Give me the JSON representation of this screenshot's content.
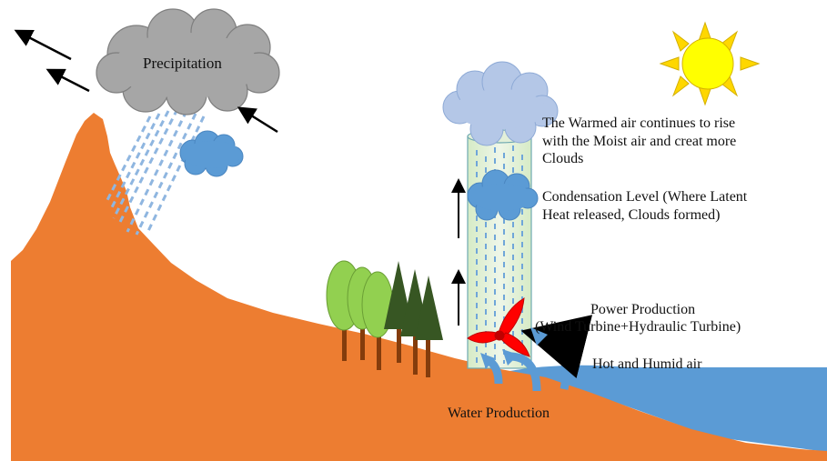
{
  "labels": {
    "precipitation": "Precipitation",
    "rise_line1": "The Warmed air continues to rise",
    "rise_line2": "with the Moist air and creat more",
    "rise_line3": "Clouds",
    "condensation_line1": "Condensation Level (Where Latent",
    "condensation_line2": "Heat released, Clouds formed)",
    "power_line1": "Power Production",
    "power_line2": "(Wind Turbine+Hydraulic Turbine)",
    "hot_humid": "Hot and Humid air",
    "water_production": "Water Production"
  },
  "colors": {
    "ground": "#ed7d31",
    "water": "#5b9bd5",
    "rain_cloud": "#a6a6a6",
    "top_cloud": "#b4c7e7",
    "small_cloud": "#5b9bd5",
    "sun": "#ffff00",
    "sun_rays": "#ffd700",
    "tower": "#e2efd9",
    "turbine": "#ff0000",
    "tree_round": "#92d050",
    "tree_pine": "#375623",
    "trunk": "#843c0c"
  },
  "icons": [
    "sun-icon",
    "rain-cloud-icon",
    "cloud-icon",
    "wind-turbine-icon",
    "pine-tree-icon",
    "round-tree-icon",
    "arrow-icon"
  ]
}
